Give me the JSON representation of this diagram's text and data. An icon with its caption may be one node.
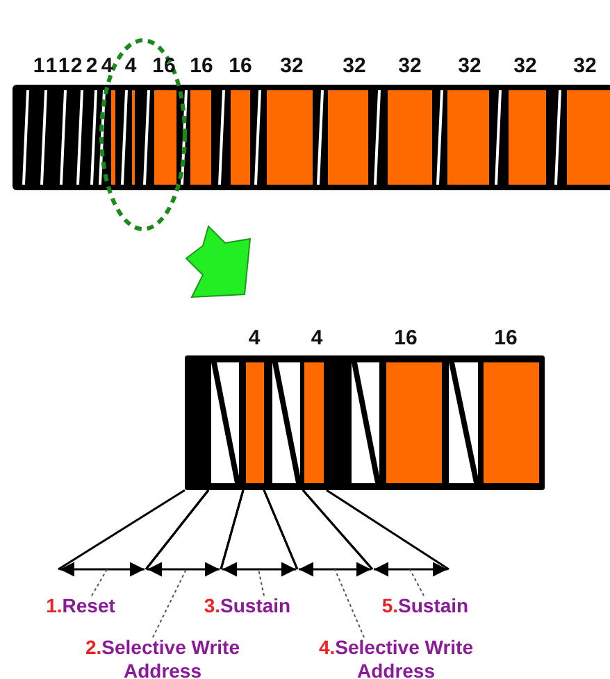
{
  "diagram": {
    "nodes": [
      {
        "text": [
          "1.",
          "Reset"
        ]
      },
      {
        "text": [
          "2.",
          "Selective Write Address"
        ]
      },
      {
        "text": [
          "3.",
          "Sustain"
        ]
      },
      {
        "text": [
          "4.",
          "Selective Write Address"
        ]
      },
      {
        "text": [
          "5.",
          "Sustain"
        ]
      },
      {
        "text": [],
        "shape": "bar"
      },
      {
        "text": [],
        "shape": "bar"
      },
      {
        "text": [],
        "shape": "bar"
      },
      {
        "text": [],
        "shape": "bar"
      },
      {
        "text": [],
        "shape": "bar"
      }
    ],
    "edges": [
      {
        "from": 0,
        "to": 5,
        "arrow": "none",
        "style": "dashed"
      },
      {
        "from": 1,
        "to": 6,
        "arrow": "none",
        "style": "dashed"
      },
      {
        "from": 2,
        "to": 7,
        "arrow": "none",
        "style": "dashed"
      },
      {
        "from": 3,
        "to": 8,
        "arrow": "none",
        "style": "dashed"
      },
      {
        "from": 4,
        "to": 9,
        "arrow": "none",
        "style": "dashed"
      }
    ],
    "labels": [
      "1",
      "1",
      "1",
      "2",
      "2",
      "4",
      "4",
      "16",
      "16",
      "16",
      "32",
      "32",
      "32",
      "32",
      "32",
      "32",
      "4",
      "4",
      "16",
      "16"
    ]
  }
}
